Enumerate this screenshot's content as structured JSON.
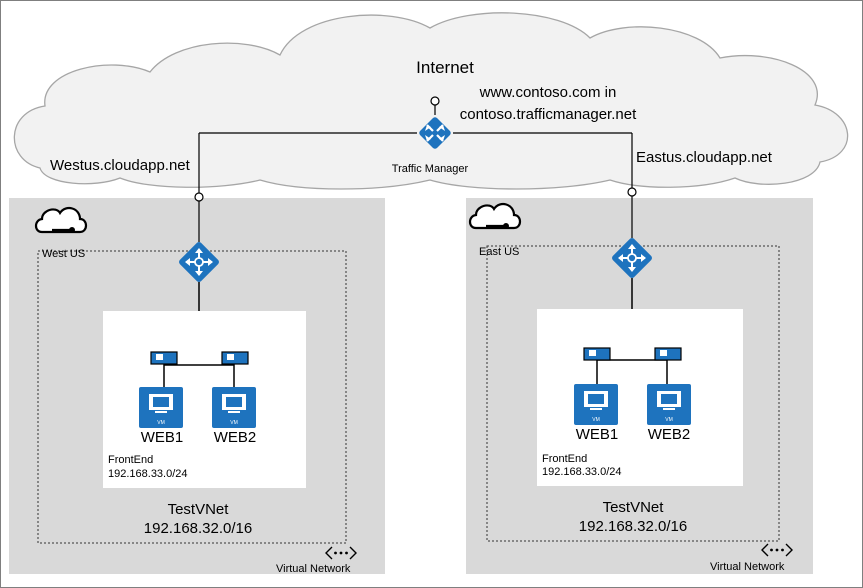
{
  "internet": {
    "title": "Internet",
    "dns_line1": "www.contoso.com in",
    "dns_line2": "contoso.trafficmanager.net",
    "traffic_manager_label": "Traffic Manager",
    "west_endpoint": "Westus.cloudapp.net",
    "east_endpoint": "Eastus.cloudapp.net"
  },
  "regions": {
    "west": {
      "name": "West US",
      "vms": [
        "WEB1",
        "WEB2"
      ],
      "vm_badge": "VM",
      "subnet_name": "FrontEnd",
      "subnet_cidr": "192.168.33.0/24",
      "vnet_name": "TestVNet",
      "vnet_cidr": "192.168.32.0/16",
      "vnet_legend": "Virtual Network"
    },
    "east": {
      "name": "East US",
      "vms": [
        "WEB1",
        "WEB2"
      ],
      "vm_badge": "VM",
      "subnet_name": "FrontEnd",
      "subnet_cidr": "192.168.33.0/24",
      "vnet_name": "TestVNet",
      "vnet_cidr": "192.168.32.0/16",
      "vnet_legend": "Virtual Network"
    }
  },
  "colors": {
    "azure_blue": "#1e73be",
    "region_bg": "#d9d9d9",
    "cloud_bg": "#f2f2f2",
    "cloud_stroke": "#a6a6a6"
  }
}
